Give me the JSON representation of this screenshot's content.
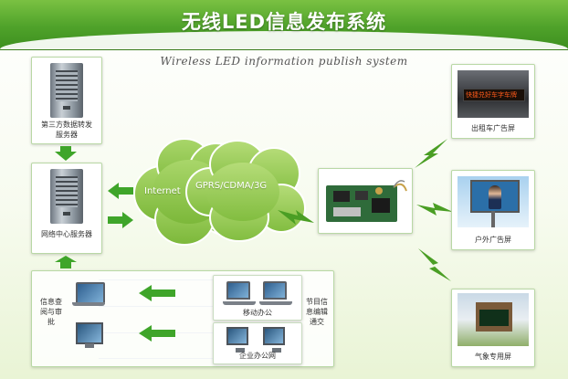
{
  "header": {
    "title": "无线LED信息发布系统",
    "subtitle": "Wireless LED information publish system"
  },
  "nodes": {
    "third_party_server": "第三方数据转发服务器",
    "network_center_server": "网络中心服务器",
    "review_label": "信息查阅与审批",
    "mobile_office": "移动办公",
    "enterprise_office_network": "企业办公网",
    "program_label": "节目信息编辑通交",
    "cloud_internet": "Internet",
    "cloud_gprs": "GPRS/CDMA/3G",
    "taxi_screen": "出租车广告屏",
    "outdoor_screen": "户外广告屏",
    "weather_screen": "气象专用屏",
    "taxi_led_text": "快捷兑好车字车牌"
  },
  "colors": {
    "banner_green": "#4fa22a",
    "arrow_green": "#3fa52a",
    "cloud_green": "#8dc63f",
    "lightning_green": "#4a9e24"
  }
}
